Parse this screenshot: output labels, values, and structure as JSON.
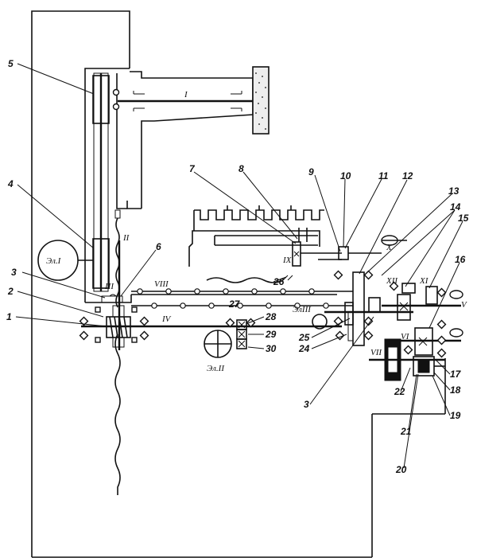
{
  "callouts": [
    "1",
    "2",
    "3",
    "4",
    "5",
    "6",
    "7",
    "8",
    "9",
    "10",
    "11",
    "12",
    "13",
    "14",
    "15",
    "16",
    "17",
    "18",
    "19",
    "20",
    "21",
    "22",
    "24",
    "25",
    "26",
    "27",
    "28",
    "29",
    "30",
    "3"
  ],
  "shafts": [
    "I",
    "II",
    "III",
    "IV",
    "V",
    "VI",
    "VII",
    "VIII",
    "IX",
    "X",
    "XI",
    "XII"
  ],
  "motors": [
    "Эл.I",
    "Эл.II",
    "ЭлIII"
  ]
}
